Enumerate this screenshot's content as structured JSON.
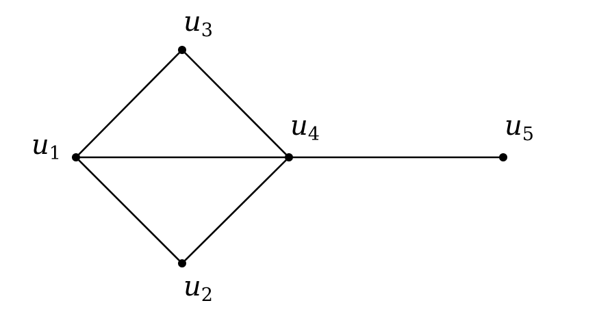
{
  "graph": {
    "nodes": [
      {
        "id": "u1",
        "base": "u",
        "sub": "1"
      },
      {
        "id": "u2",
        "base": "u",
        "sub": "2"
      },
      {
        "id": "u3",
        "base": "u",
        "sub": "3"
      },
      {
        "id": "u4",
        "base": "u",
        "sub": "4"
      },
      {
        "id": "u5",
        "base": "u",
        "sub": "5"
      }
    ],
    "edges": [
      [
        "u1",
        "u3"
      ],
      [
        "u3",
        "u4"
      ],
      [
        "u1",
        "u4"
      ],
      [
        "u1",
        "u2"
      ],
      [
        "u2",
        "u4"
      ],
      [
        "u4",
        "u5"
      ]
    ],
    "colors": {
      "stroke": "#000000"
    }
  }
}
